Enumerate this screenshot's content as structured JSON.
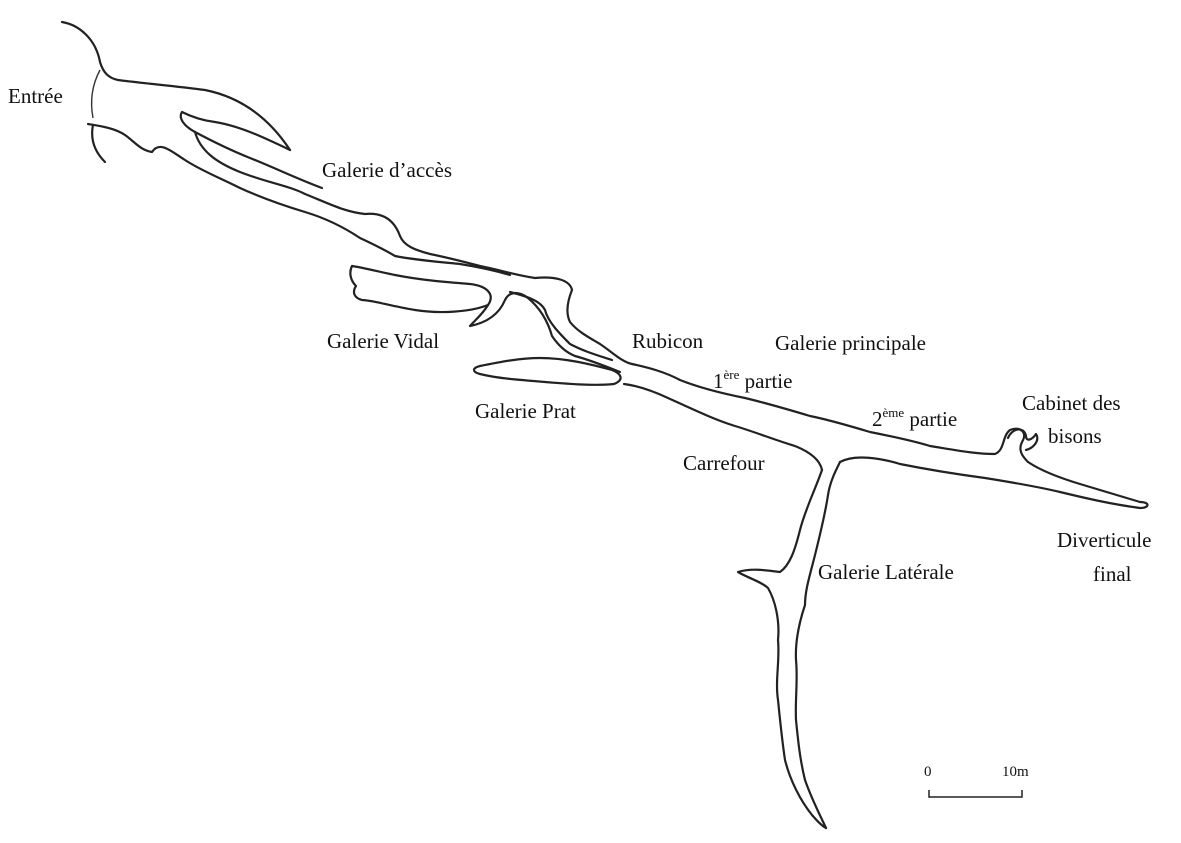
{
  "labels": {
    "entree": "Entrée",
    "galerie_acces": "Galerie d’accès",
    "galerie_vidal": "Galerie Vidal",
    "rubicon": "Rubicon",
    "galerie_principale": "Galerie principale",
    "partie1_num": "1",
    "partie1_sup": "ère",
    "partie1_word": " partie",
    "partie2_num": "2",
    "partie2_sup": "ème",
    "partie2_word": " partie",
    "galerie_prat": "Galerie Prat",
    "cabinet_line1": "Cabinet des",
    "cabinet_line2": "bisons",
    "carrefour": "Carrefour",
    "galerie_laterale": "Galerie Latérale",
    "diverticule_line1": "Diverticule",
    "diverticule_line2": "final"
  },
  "scale_bar": {
    "start_label": "0",
    "end_label": "10m"
  },
  "colors": {
    "wall": "#222222",
    "text": "#111111",
    "background": "#ffffff"
  }
}
